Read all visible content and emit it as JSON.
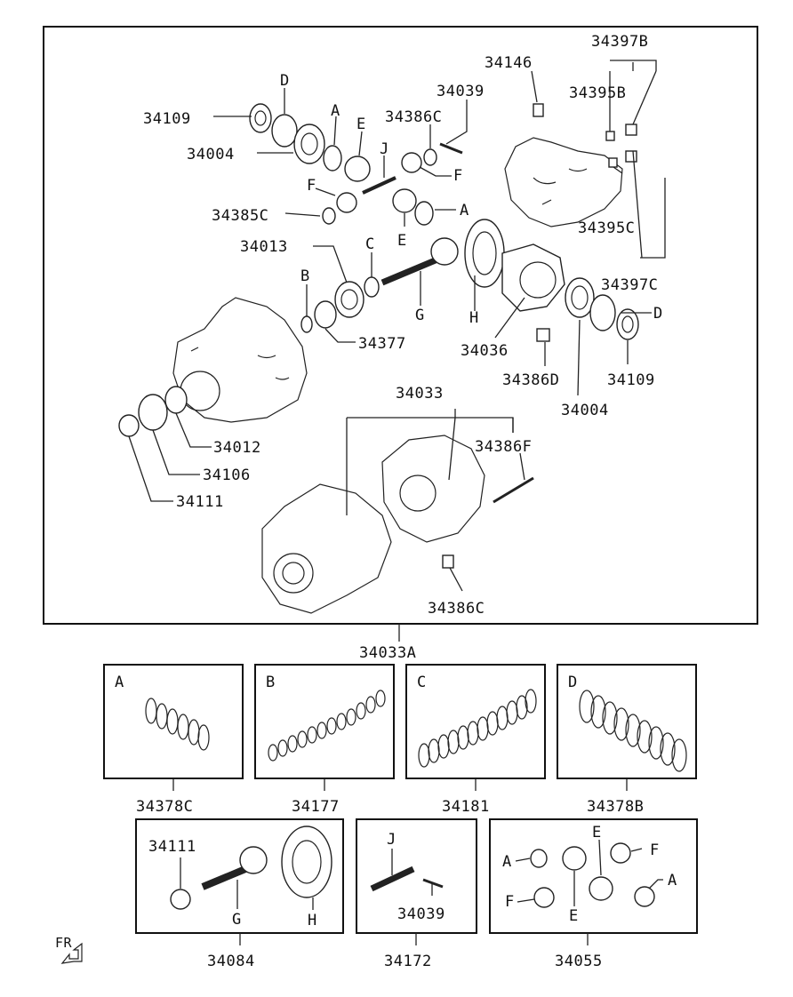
{
  "top_panel": {
    "labels": {
      "l34109a": "34109",
      "lD1": "D",
      "l34004a": "34004",
      "lA1": "A",
      "lE1": "E",
      "l34386C": "34386C",
      "l34039": "34039",
      "l34146": "34146",
      "l34397B": "34397B",
      "l34395B": "34395B",
      "lJ1": "J",
      "lF1": "F",
      "lF2": "F",
      "lA2": "A",
      "l34385C": "34385C",
      "lE2": "E",
      "l34395C": "34395C",
      "l34013": "34013",
      "lC1": "C",
      "lB1": "B",
      "lG1": "G",
      "lH1": "H",
      "l34397C": "34397C",
      "lD2": "D",
      "l34377": "34377",
      "l34036": "34036",
      "l34386D": "34386D",
      "l34109b": "34109",
      "l34004b": "34004",
      "l34033": "34033",
      "l34012": "34012",
      "l34386F": "34386F",
      "l34106": "34106",
      "l34111a": "34111",
      "l34386C2": "34386C"
    }
  },
  "assembly_label": "34033A",
  "kit_boxes": [
    {
      "letter": "A",
      "part": "34378C"
    },
    {
      "letter": "B",
      "part": "34177"
    },
    {
      "letter": "C",
      "part": "34181"
    },
    {
      "letter": "D",
      "part": "34378B"
    }
  ],
  "bottom_boxes": {
    "gear": {
      "part": "34084",
      "l34111": "34111",
      "lG": "G",
      "lH": "H"
    },
    "shaft": {
      "part": "34172",
      "lJ": "J",
      "l34039": "34039"
    },
    "pinions": {
      "part": "34055",
      "lA1": "A",
      "lE1": "E",
      "lF1": "F",
      "lF2": "F",
      "lE2": "E",
      "lA2": "A"
    }
  },
  "fr_mark": "FR"
}
